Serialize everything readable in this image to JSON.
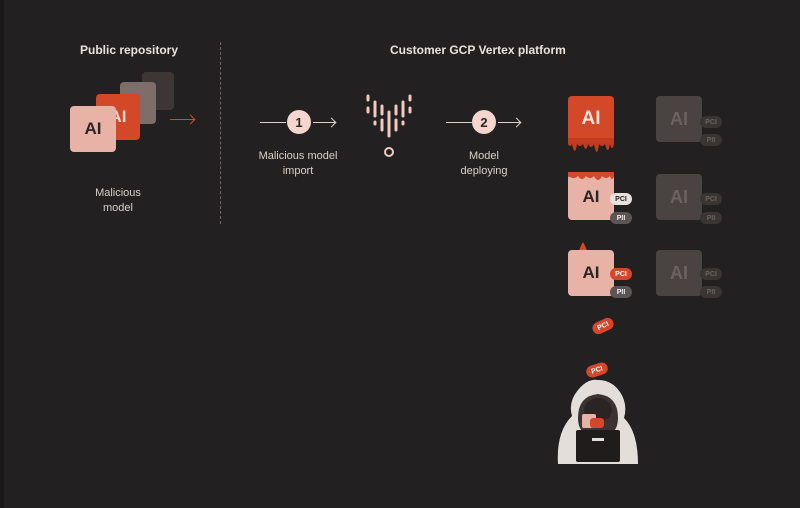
{
  "left": {
    "heading": "Public repository",
    "caption_line1": "Malicious",
    "caption_line2": "model"
  },
  "right": {
    "heading": "Customer GCP Vertex platform"
  },
  "chip_label": "AI",
  "steps": [
    {
      "number": "1",
      "line1": "Malicious model",
      "line2": "import"
    },
    {
      "number": "2",
      "line1": "Model",
      "line2": "deploying"
    }
  ],
  "badges": {
    "pci": "PCI",
    "pii": "PII"
  },
  "colors": {
    "background": "#222020",
    "accent_red": "#d4482a",
    "chip_pink": "#e8b2a6",
    "chip_dim": "#4a4341",
    "step_circle": "#f6d5cf"
  },
  "icons": {
    "vertex": "vertex-ai-icon",
    "attacker": "hooded-hacker-icon"
  }
}
